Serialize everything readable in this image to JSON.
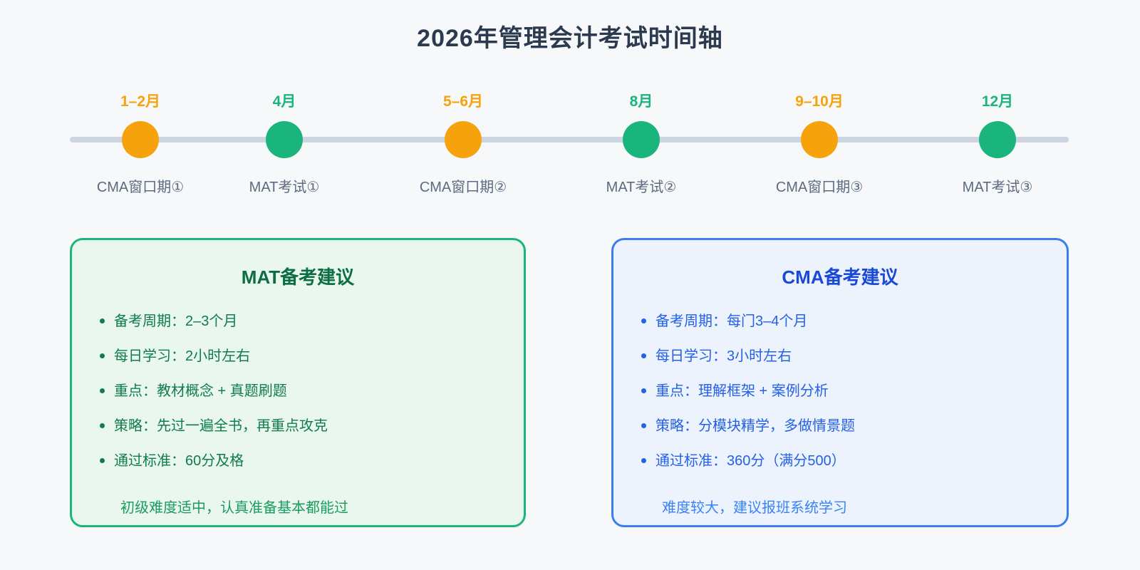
{
  "page": {
    "title": "2026年管理会计考试时间轴"
  },
  "colors": {
    "background": "#f6f8fa",
    "title_text": "#2b3a4f",
    "orange_accent": "#f5a20c",
    "green_accent": "#1ab47d",
    "blue_accent": "#3b7df0",
    "timeline_line": "#ccd5e0",
    "node_label_text": "#5c6b80"
  },
  "timeline": {
    "nodes": [
      {
        "month": "1–2月",
        "label": "CMA窗口期①",
        "color": "orange"
      },
      {
        "month": "4月",
        "label": "MAT考试①",
        "color": "green"
      },
      {
        "month": "5–6月",
        "label": "CMA窗口期②",
        "color": "orange"
      },
      {
        "month": "8月",
        "label": "MAT考试②",
        "color": "green"
      },
      {
        "month": "9–10月",
        "label": "CMA窗口期③",
        "color": "orange"
      },
      {
        "month": "12月",
        "label": "MAT考试③",
        "color": "green"
      }
    ]
  },
  "cards": {
    "mat": {
      "title": "MAT备考建议",
      "items": [
        "备考周期：2–3个月",
        "每日学习：2小时左右",
        "重点：教材概念 + 真题刷题",
        "策略：先过一遍全书，再重点攻克",
        "通过标准：60分及格"
      ],
      "note": "初级难度适中，认真准备基本都能过"
    },
    "cma": {
      "title": "CMA备考建议",
      "items": [
        "备考周期：每门3–4个月",
        "每日学习：3小时左右",
        "重点：理解框架 + 案例分析",
        "策略：分模块精学，多做情景题",
        "通过标准：360分（满分500）"
      ],
      "note": "难度较大，建议报班系统学习"
    }
  }
}
